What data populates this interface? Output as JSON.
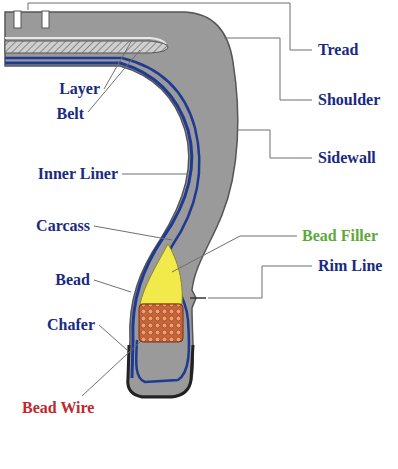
{
  "diagram": {
    "labels": [
      "Tread",
      "Layer",
      "Shoulder",
      "Belt",
      "Inner Liner",
      "Sidewall",
      "Carcass",
      "Bead Filler",
      "Rim Line",
      "Bead",
      "Chafer",
      "Bead Wire"
    ]
  }
}
